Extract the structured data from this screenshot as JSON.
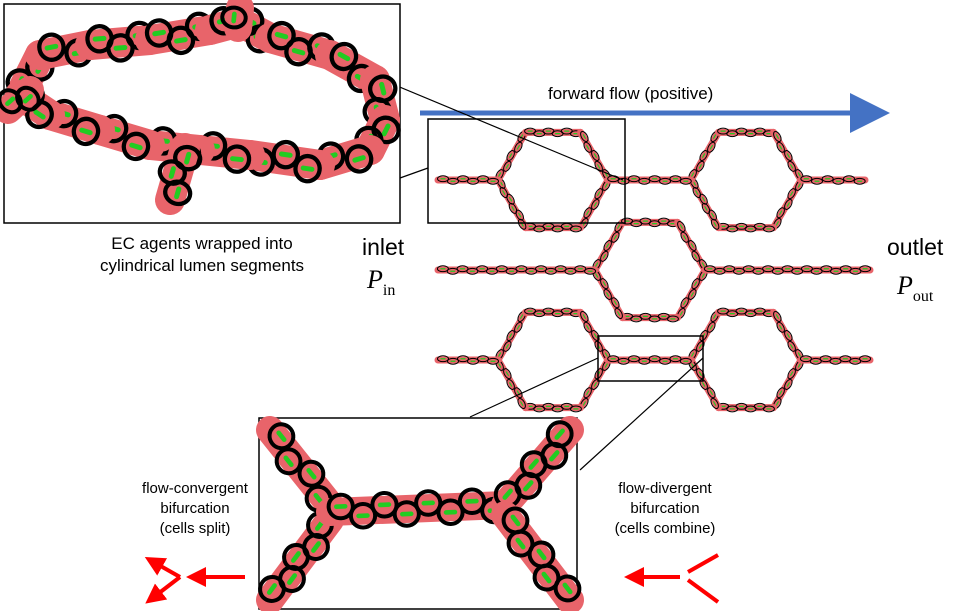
{
  "flow": {
    "label": "forward flow (positive)",
    "arrow_color": "#4472c4"
  },
  "inlet": {
    "label": "inlet",
    "symbol": "P",
    "subscript": "in"
  },
  "outlet": {
    "label": "outlet",
    "symbol": "P",
    "subscript": "out"
  },
  "inset_top": {
    "caption_line1": "EC agents wrapped into",
    "caption_line2": "cylindrical lumen segments"
  },
  "left_bifurcation": {
    "line1": "flow-convergent",
    "line2": "bifurcation",
    "line3": "(cells split)"
  },
  "right_bifurcation": {
    "line1": "flow-divergent",
    "line2": "bifurcation",
    "line3": "(cells combine)"
  },
  "colors": {
    "vessel_fill": "#e8646a",
    "cell_outline": "#000000",
    "marker": "#22cc22",
    "red_arrow": "#ff0000"
  }
}
